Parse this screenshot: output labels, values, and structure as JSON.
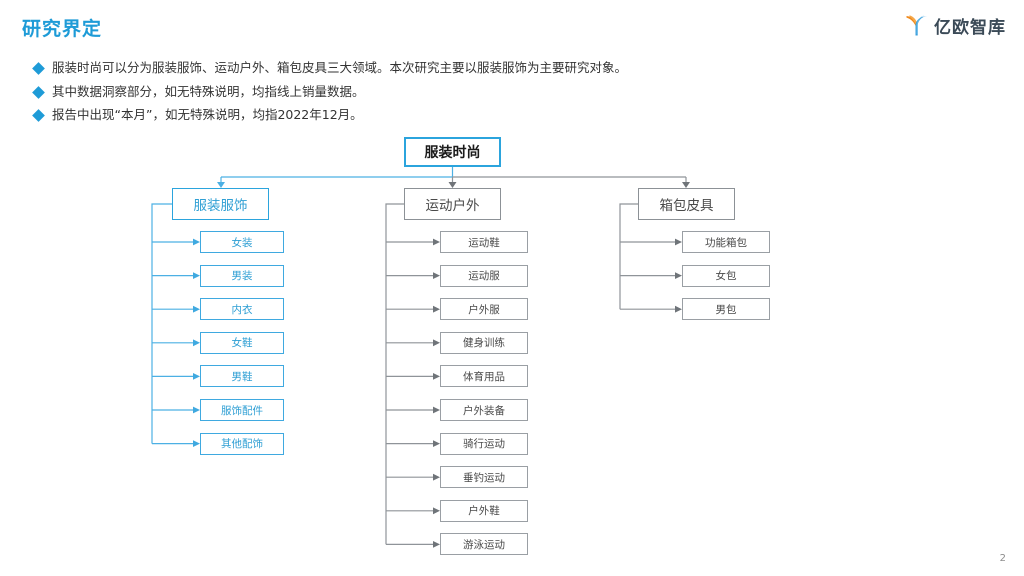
{
  "header": {
    "title": "研究界定",
    "logo_text": "亿欧智库",
    "logo_mark_name": "yiou-y-logo-icon",
    "brand_blue": "#1e9bd7",
    "logo_orange": "#f08a1d",
    "logo_blue": "#3a9fdc"
  },
  "bullets": [
    {
      "marker": "diamond",
      "text": "服装时尚可以分为服装服饰、运动户外、箱包皮具三大领域。本次研究主要以服装服饰为主要研究对象。"
    },
    {
      "marker": "diamond",
      "text": "其中数据洞察部分，如无特殊说明，均指线上销量数据。"
    },
    {
      "marker": "diamond",
      "text": "报告中出现“本月”，如无特殊说明，均指2022年12月。"
    }
  ],
  "diagram": {
    "root": {
      "label": "服装时尚",
      "style": "root"
    },
    "branches": [
      {
        "label": "服装服饰",
        "style": "blue",
        "children": [
          "女装",
          "男装",
          "内衣",
          "女鞋",
          "男鞋",
          "服饰配件",
          "其他配饰"
        ]
      },
      {
        "label": "运动户外",
        "style": "gray",
        "children": [
          "运动鞋",
          "运动服",
          "户外服",
          "健身训练",
          "体育用品",
          "户外装备",
          "骑行运动",
          "垂钓运动",
          "户外鞋",
          "游泳运动"
        ]
      },
      {
        "label": "箱包皮具",
        "style": "gray",
        "children": [
          "功能箱包",
          "女包",
          "男包"
        ]
      }
    ],
    "colors": {
      "blue_line": "#4cb0e4",
      "gray_line": "#8f9499"
    }
  },
  "footer": {
    "page_number": "2"
  }
}
